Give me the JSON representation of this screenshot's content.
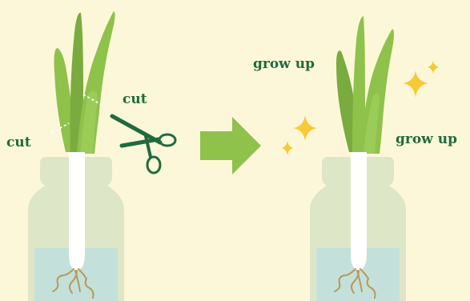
{
  "labels": {
    "cut_left": "cut",
    "cut_right": "cut",
    "grow_left": "grow up",
    "grow_right": "grow up"
  },
  "colors": {
    "background": "#fdf7d9",
    "leaf": "#8ec24b",
    "leaf_dark": "#7aab3e",
    "bulb": "#ffffff",
    "glass": "#d7e3c2",
    "water": "#c3e0db",
    "roots": "#b79a57",
    "text": "#1f6b3e",
    "scissors": "#1f6b3e",
    "arrow": "#8ec24b",
    "sparkle": "#f7c934"
  },
  "icons": [
    "scissors-icon",
    "sparkle-icon",
    "arrow-right-icon"
  ]
}
